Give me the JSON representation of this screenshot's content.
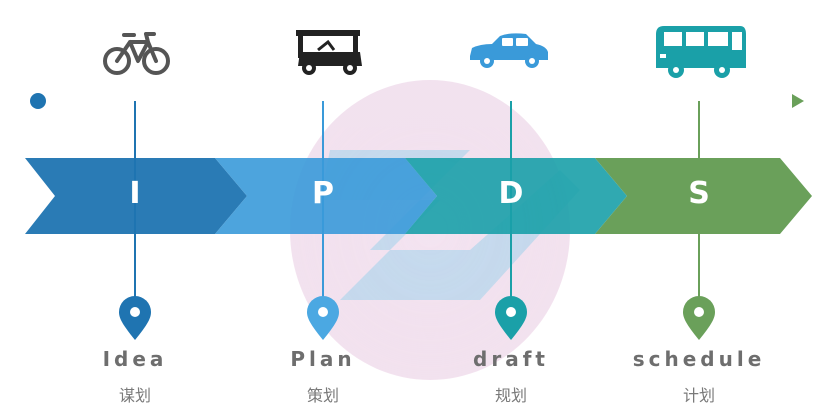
{
  "stages": [
    {
      "letter": "I",
      "label": "Idea",
      "zh": "谋划",
      "vehicle": "bicycle-icon"
    },
    {
      "letter": "P",
      "label": "Plan",
      "zh": "策划",
      "vehicle": "golf-cart-icon"
    },
    {
      "letter": "D",
      "label": "draft",
      "zh": "规划",
      "vehicle": "car-icon"
    },
    {
      "letter": "S",
      "label": "schedule",
      "zh": "计划",
      "vehicle": "bus-icon"
    }
  ],
  "colors": {
    "stage1": "#1f74b1",
    "stage2": "#3a9ad9",
    "stage3": "#1aa0a8",
    "stage4": "#6aa05a",
    "timeline_start": "#1f74b1",
    "timeline_end": "#6aa05a",
    "watermark_pink": "#e6c6df",
    "watermark_blue": "#7ec6e6"
  }
}
